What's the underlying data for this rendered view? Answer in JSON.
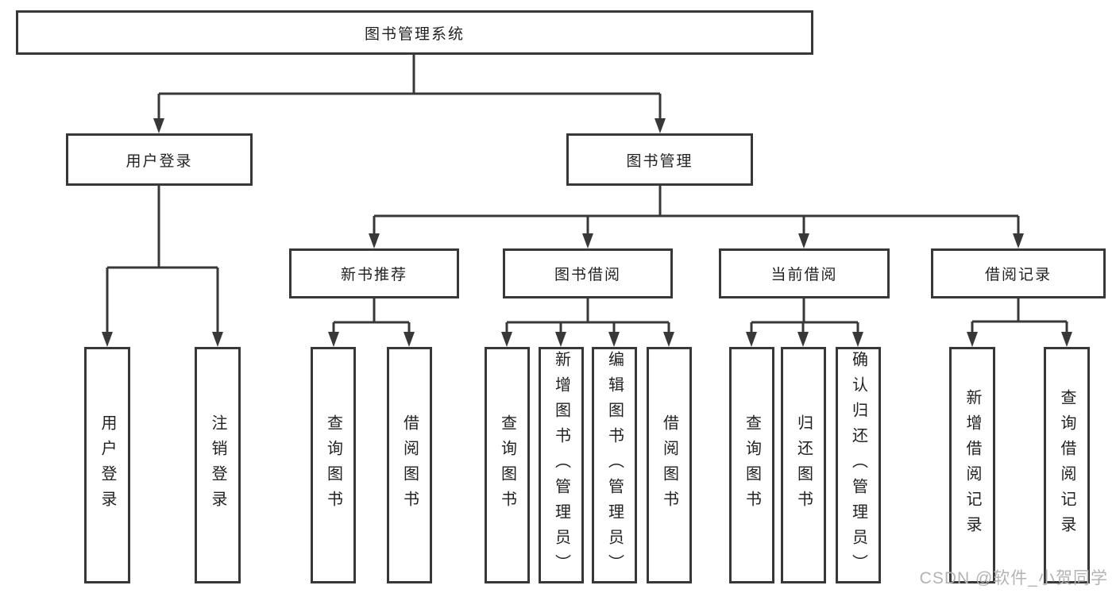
{
  "diagram": {
    "root": {
      "label": "图书管理系统"
    },
    "level2": {
      "user_login": {
        "label": "用户登录"
      },
      "book_mgmt": {
        "label": "图书管理"
      }
    },
    "level3": {
      "new_books": {
        "label": "新书推荐"
      },
      "book_borrow": {
        "label": "图书借阅"
      },
      "current_borrow": {
        "label": "当前借阅"
      },
      "borrow_records": {
        "label": "借阅记录"
      }
    },
    "leaves": {
      "login_user": {
        "label": "用户登录"
      },
      "login_logout": {
        "label": "注销登录"
      },
      "nb_query": {
        "label": "查询图书"
      },
      "nb_borrow": {
        "label": "借阅图书"
      },
      "bb_query": {
        "label": "查询图书"
      },
      "bb_add": {
        "label": "新增图书（管理员）"
      },
      "bb_edit": {
        "label": "编辑图书（管理员）"
      },
      "bb_borrow": {
        "label": "借阅图书"
      },
      "cb_query": {
        "label": "查询图书"
      },
      "cb_return": {
        "label": "归还图书"
      },
      "cb_confirm": {
        "label": "确认归还（管理员）"
      },
      "br_add": {
        "label": "新增借阅记录"
      },
      "br_query": {
        "label": "查询借阅记录"
      }
    },
    "watermark": "CSDN @软件_小贺同学",
    "colors": {
      "line": "#383838",
      "text": "#222222",
      "background": "#ffffff",
      "watermark": "#b3b3b3"
    }
  }
}
